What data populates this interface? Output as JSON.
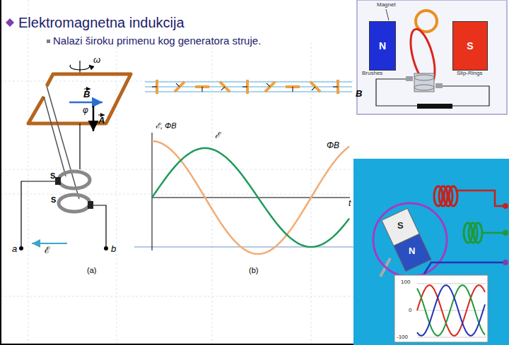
{
  "diagram": {
    "nodes": [
      {
        "text": [
          "N"
        ]
      },
      {
        "text": [
          "S"
        ]
      }
    ],
    "labels": [
      "Elektromagnetna indukcija",
      "Nalazi široku primenu kog generatora struje.",
      "ω",
      "B",
      "φ",
      "A",
      "S",
      "S",
      "a",
      "b",
      "ℰ",
      "(a)",
      "B",
      "ℰ, ΦB",
      "ℰ",
      "ΦB",
      "t",
      "(b)",
      "Magnet",
      "Brushes",
      "Slip-Rings",
      "S",
      "N",
      "100",
      "0",
      "-100"
    ]
  }
}
